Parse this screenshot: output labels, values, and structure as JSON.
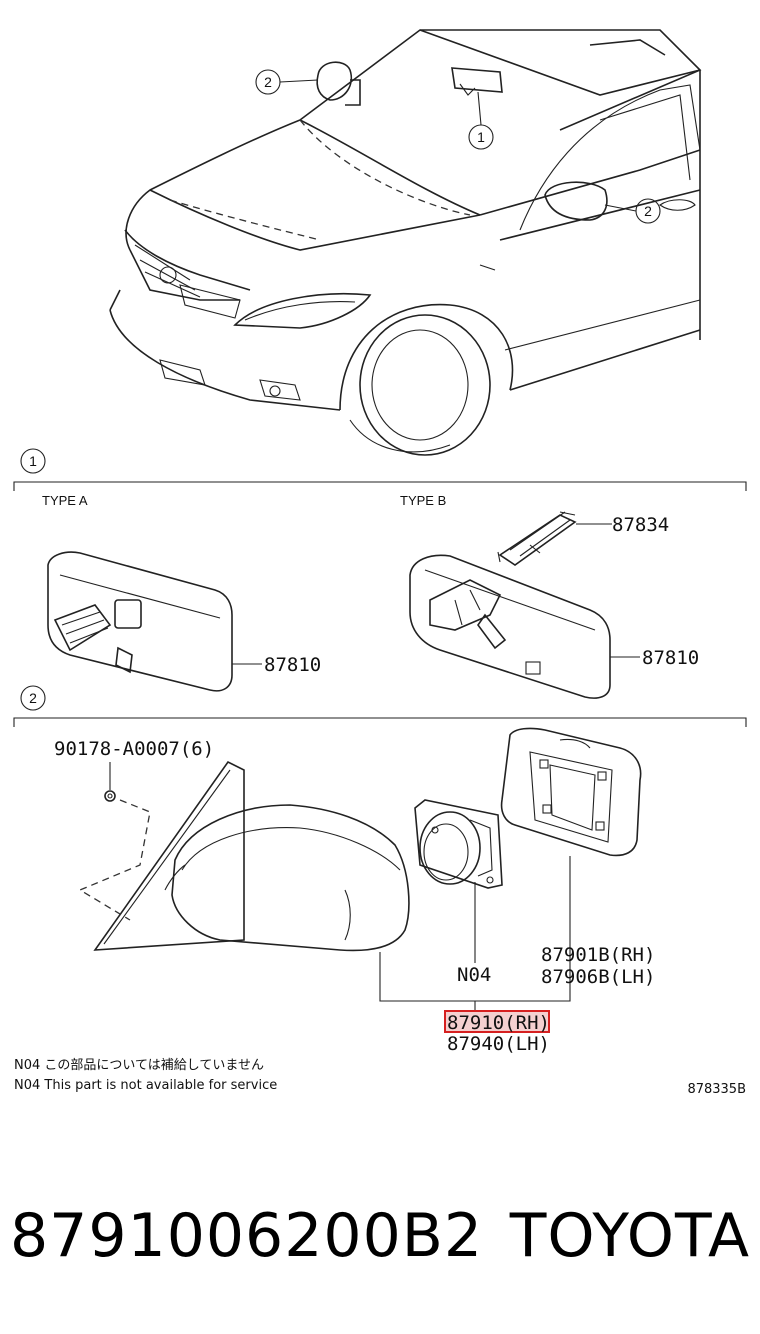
{
  "callouts": {
    "one": "1",
    "two": "2"
  },
  "section1": {
    "type_a": "TYPE A",
    "type_b": "TYPE B",
    "part_a": "87810",
    "part_b": "87810",
    "part_bracket": "87834"
  },
  "section2": {
    "clip": "90178-A0007(6)",
    "n04": "N04",
    "glass_rh": "87901B(RH)",
    "glass_lh": "87906B(LH)",
    "assy_rh": "87910(RH)",
    "assy_lh": "87940(LH)"
  },
  "notes": {
    "jp": "N04 この部品については補給していません",
    "en": "N04 This part is not available for service",
    "diagram_id": "878335B"
  },
  "footer": {
    "part_number": "8791006200B2",
    "brand": "TOYOTA"
  },
  "colors": {
    "highlight": "#d62020",
    "highlight_fill": "#f4d0d0"
  }
}
